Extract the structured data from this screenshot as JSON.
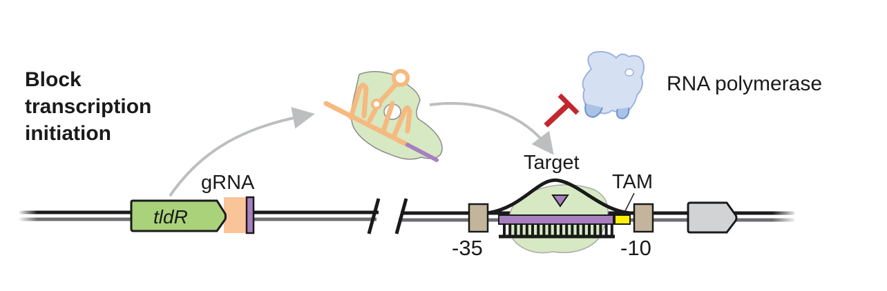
{
  "title": "Block\ntranscription\ninitiation",
  "labels": {
    "gene": "tldR",
    "grna": "gRNA",
    "target": "Target",
    "tam": "TAM",
    "promoter_35": "-35",
    "promoter_10": "-10",
    "rnap": "RNA polymerase"
  },
  "colors": {
    "gene_fill": "#a9d27a",
    "grna_site": "#f9c498",
    "spacer": "#a77fbf",
    "complex_fill": "#d6e9c2",
    "rna_orange": "#f6b97f",
    "promoter_box": "#c2b59b",
    "tam": "#fff200",
    "rnap_fill": "#c9d8ee",
    "rnap_stroke": "#7e9ed2",
    "inhibit": "#c1272d",
    "arrow_gray": "#bcbec0",
    "downstream_gene": "#d1d3d4"
  }
}
